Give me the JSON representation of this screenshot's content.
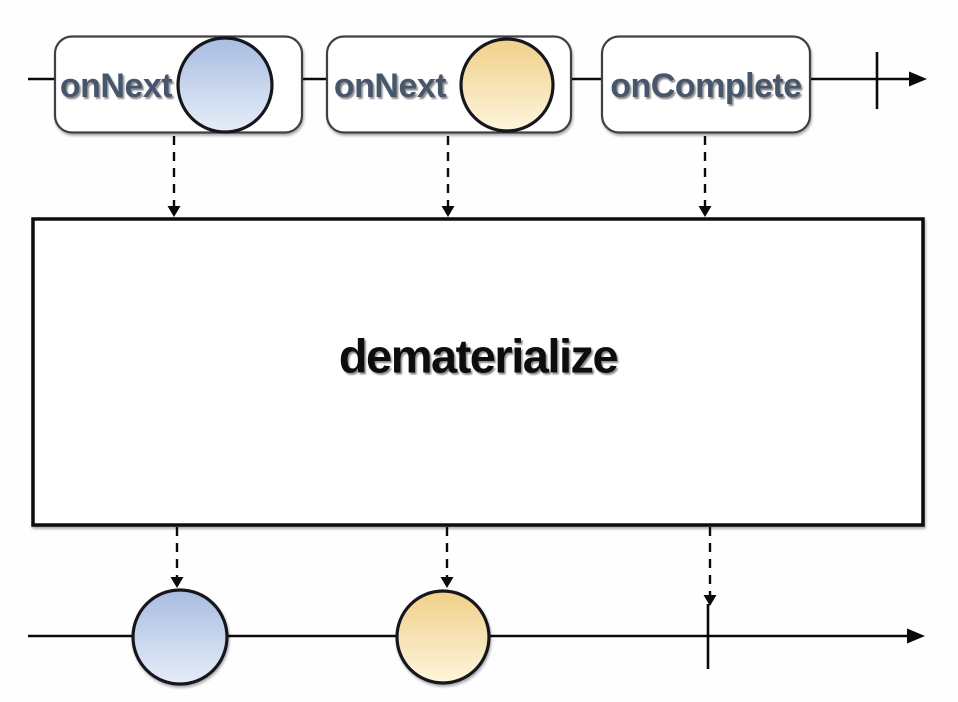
{
  "operator": {
    "label": "dematerialize"
  },
  "source_stream": {
    "description": "input timeline of materialized notification events",
    "event_boxes": [
      {
        "label": "onNext",
        "marble": "blue"
      },
      {
        "label": "onNext",
        "marble": "yellow"
      },
      {
        "label": "onComplete",
        "marble": "none"
      }
    ],
    "terminator": "complete-bar"
  },
  "output_stream": {
    "description": "output timeline of dematerialized values",
    "items": [
      "blue-marble",
      "yellow-marble",
      "complete-bar"
    ]
  },
  "colors": {
    "background": "#fefefe",
    "line": "#0a0a0a",
    "box_border": "#3f3f3f",
    "box_fill": "#ffffff",
    "event_label_text": "#47566b",
    "operator_text": "#0d0d0d",
    "marble_border": "#15181f",
    "blue_marble_top": "#a8bde2",
    "blue_marble_bottom": "#e6edf8",
    "yellow_marble_top": "#f1d08a",
    "yellow_marble_bottom": "#fdf5dc"
  }
}
